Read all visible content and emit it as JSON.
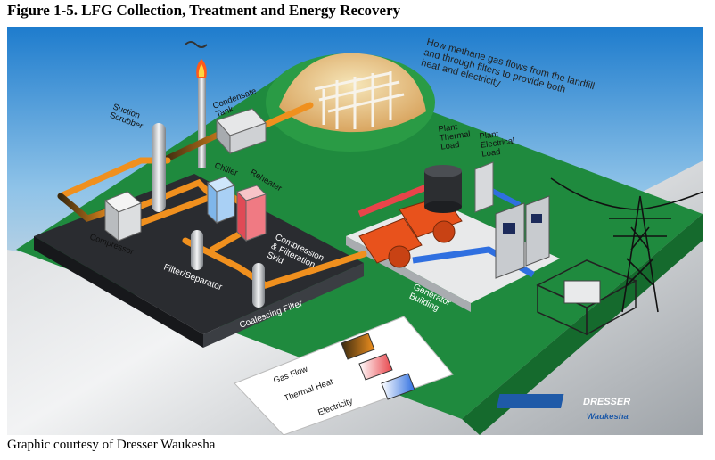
{
  "figure_title": "Figure 1-5. LFG Collection, Treatment and Energy Recovery",
  "caption": "Graphic courtesy of Dresser Waukesha",
  "flow_note": [
    "How methane gas flows from the landfill",
    "and through filters to provide both",
    "heat and electricity"
  ],
  "labels": {
    "suction_scrubber": [
      "Suction",
      "Scrubber"
    ],
    "condensate_tank": [
      "Condensate",
      "Tank"
    ],
    "chiller": "Chiller",
    "reheater": "Reheater",
    "compressor": "Compressor",
    "filter_separator": "Filter/Separator",
    "coalescing_filter": "Coalescing Filter",
    "skid": [
      "Compression",
      "& Filteration",
      "Skid"
    ],
    "plant_thermal": [
      "Plant",
      "Thermal",
      "Load"
    ],
    "plant_electrical": [
      "Plant",
      "Electrical",
      "Load"
    ],
    "generator_building": [
      "Generator",
      "Building"
    ]
  },
  "legend": [
    {
      "label": "Gas Flow",
      "color": "#f0901e"
    },
    {
      "label": "Thermal Heat",
      "color": "#e8444a"
    },
    {
      "label": "Electricity",
      "color": "#2f6fe0"
    }
  ],
  "logo": {
    "name": "DRESSER",
    "sub": "Waukesha"
  },
  "colors": {
    "gas": "#f0901e",
    "thermal": "#e8444a",
    "electric": "#2f6fe0",
    "ground": "#1f8a3e",
    "sky": "#2d8fd5"
  }
}
